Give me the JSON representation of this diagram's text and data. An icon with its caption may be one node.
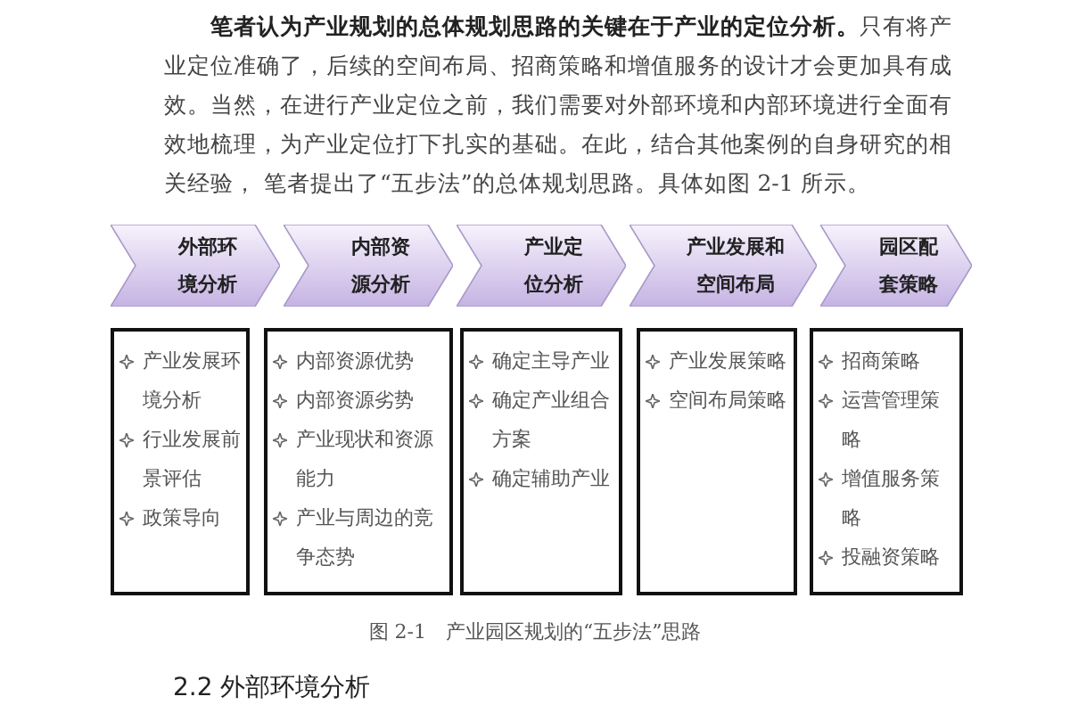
{
  "diagram": {
    "caption": "图 2-1　产业园区规划的“五步法”思路",
    "nodes": [
      {
        "text": [
          "外部环境分析"
        ]
      },
      {
        "text": [
          "内部资源分析"
        ]
      },
      {
        "text": [
          "产业定位分析"
        ]
      },
      {
        "text": [
          "产业发展和空间布局"
        ]
      },
      {
        "text": [
          "园区配套策略"
        ]
      },
      {
        "text": [
          "产业发展环境分析",
          "行业发展前景评估",
          "政策导向"
        ]
      },
      {
        "text": [
          "内部资源优势",
          "内部资源劣势",
          "产业现状和资源能力",
          "产业与周边的竞争态势"
        ]
      },
      {
        "text": [
          "确定主导产业",
          "确定产业组合方案",
          "确定辅助产业"
        ]
      },
      {
        "text": [
          "产业发展策略",
          "空间布局策略"
        ]
      },
      {
        "text": [
          "招商策略",
          "运营管理策略",
          "增值服务策略",
          "投融资策略"
        ]
      }
    ],
    "labels": [
      "**笔者认为产业规划的总体规划思路的关键在于产业的定位分析。**只有将产业定位准确了，后续的空间布局、招商策略和增值服务的设计才会更加具有成效。当然，在进行产业定位之前，我们需要对外部环境和内部环境进行全面有效地梳理，为产业定位打下扎实的基础。在此，结合其他案例的自身研究的相关经验， 笔者提出了“五步法”的总体规划思路。具体如图 2-1 所示。",
      "2.2 外部环境分析"
    ]
  }
}
